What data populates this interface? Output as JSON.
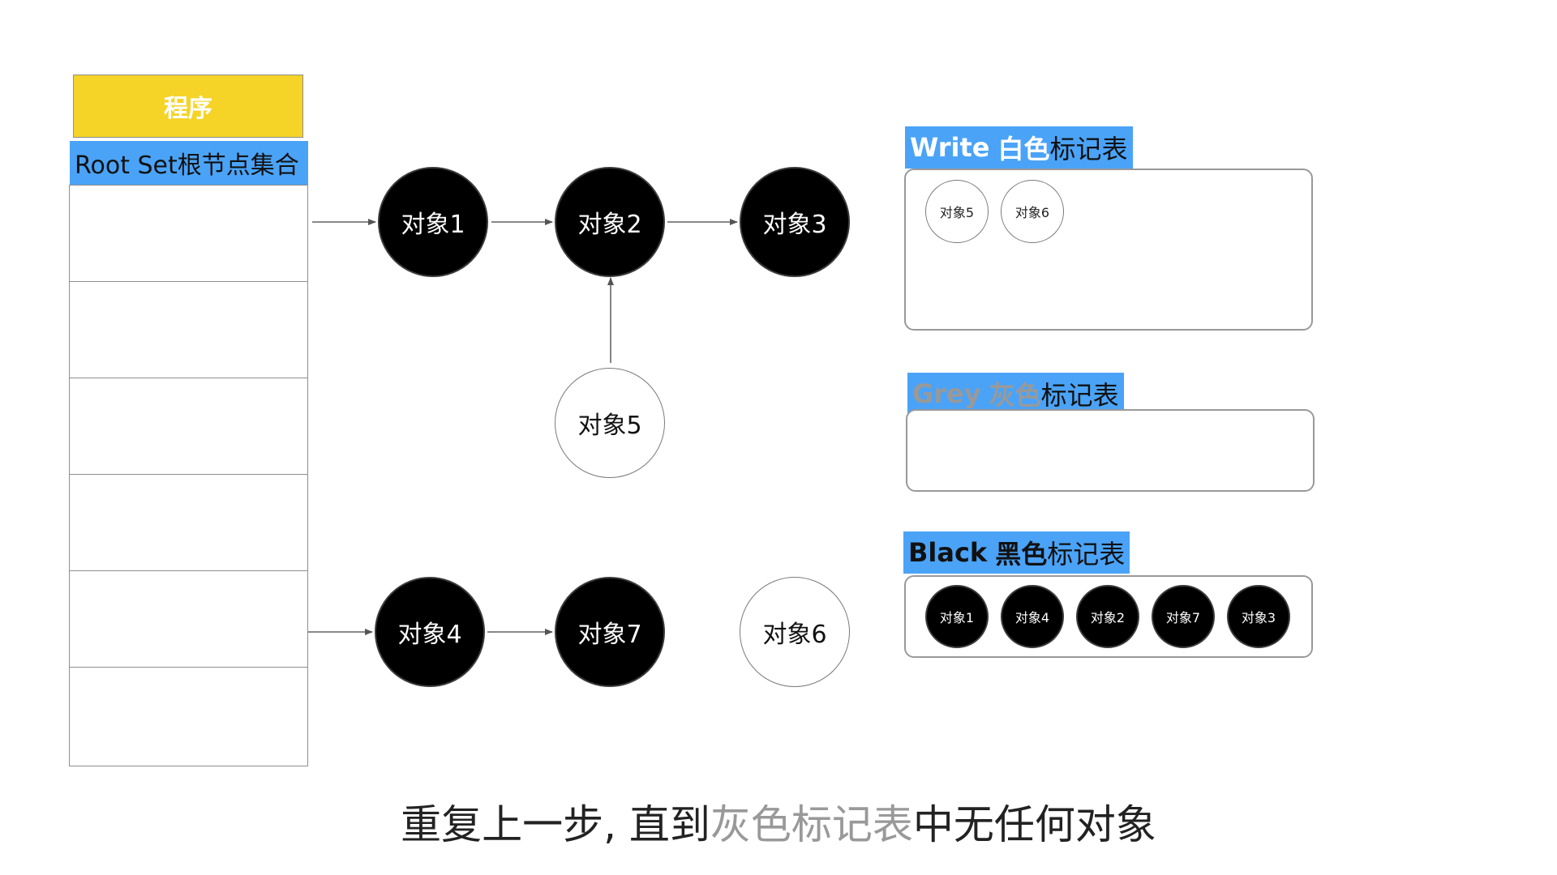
{
  "program": {
    "label": "程序"
  },
  "root_set": {
    "label": "Root Set根节点集合",
    "rows": 6
  },
  "nodes": {
    "obj1": {
      "label": "对象1",
      "color": "#000000"
    },
    "obj2": {
      "label": "对象2",
      "color": "#000000"
    },
    "obj3": {
      "label": "对象3",
      "color": "#000000"
    },
    "obj5": {
      "label": "对象5",
      "color": "#ffffff"
    },
    "obj4": {
      "label": "对象4",
      "color": "#000000"
    },
    "obj7": {
      "label": "对象7",
      "color": "#000000"
    },
    "obj6": {
      "label": "对象6",
      "color": "#ffffff"
    }
  },
  "tables": {
    "white": {
      "en": "Write",
      "color_word": "白色",
      "suffix": "标记表",
      "items": [
        "对象5",
        "对象6"
      ]
    },
    "grey": {
      "en": "Grey",
      "color_word": "灰色",
      "suffix": "标记表",
      "items": []
    },
    "black": {
      "en": "Black",
      "color_word": "黑色",
      "suffix": "标记表",
      "items": [
        "对象1",
        "对象4",
        "对象2",
        "对象7",
        "对象3"
      ]
    }
  },
  "caption": {
    "prefix": "重复上一步, 直到",
    "highlight": "灰色标记表",
    "suffix": "中无任何对象"
  },
  "colors": {
    "accent_blue": "#4AA3F7",
    "program_yellow": "#F5D327",
    "grey_text": "#999999"
  }
}
